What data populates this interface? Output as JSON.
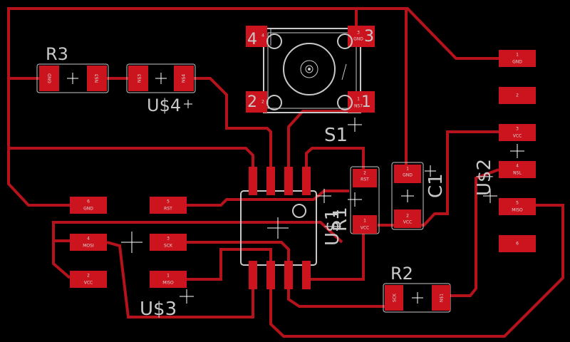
{
  "refs": {
    "r3": "R3",
    "u4": "U$4",
    "s1": "S1",
    "c1": "C1",
    "u2": "U$2",
    "u1": "U$1",
    "r1": "R1",
    "r2": "R2",
    "u3": "U$3"
  },
  "s1_pins": {
    "p4": "4",
    "p3": "3",
    "p2": "2",
    "p1": "1"
  },
  "s1_labels": {
    "p4": "4",
    "p3": "3",
    "p3_net": "GND",
    "p2": "2",
    "p1": "1",
    "p1_net": "NS7"
  },
  "r3_pads": {
    "a": "GND",
    "b": "N$3"
  },
  "u4_pads": {
    "a": "N$3",
    "b": "N$4"
  },
  "r1_pads": {
    "a_num": "2",
    "a_net": "RST",
    "b_num": "1",
    "b_net": "VCC"
  },
  "c1_pads": {
    "a_num": "1",
    "a_net": "GND",
    "b_num": "2",
    "b_net": "VCC"
  },
  "r2_pads": {
    "a": "SCK",
    "b": "N$1"
  },
  "u2_pads": [
    {
      "num": "1",
      "net": "GND"
    },
    {
      "num": "2",
      "net": ""
    },
    {
      "num": "3",
      "net": "VCC"
    },
    {
      "num": "4",
      "net": "NSL"
    },
    {
      "num": "5",
      "net": "MISO"
    },
    {
      "num": "6",
      "net": ""
    }
  ],
  "u3_pads": [
    {
      "num": "6",
      "net": "GND"
    },
    {
      "num": "5",
      "net": "RST"
    },
    {
      "num": "4",
      "net": "MOSI"
    },
    {
      "num": "3",
      "net": "SCK"
    },
    {
      "num": "2",
      "net": "VCC"
    },
    {
      "num": "1",
      "net": "MISO"
    }
  ]
}
